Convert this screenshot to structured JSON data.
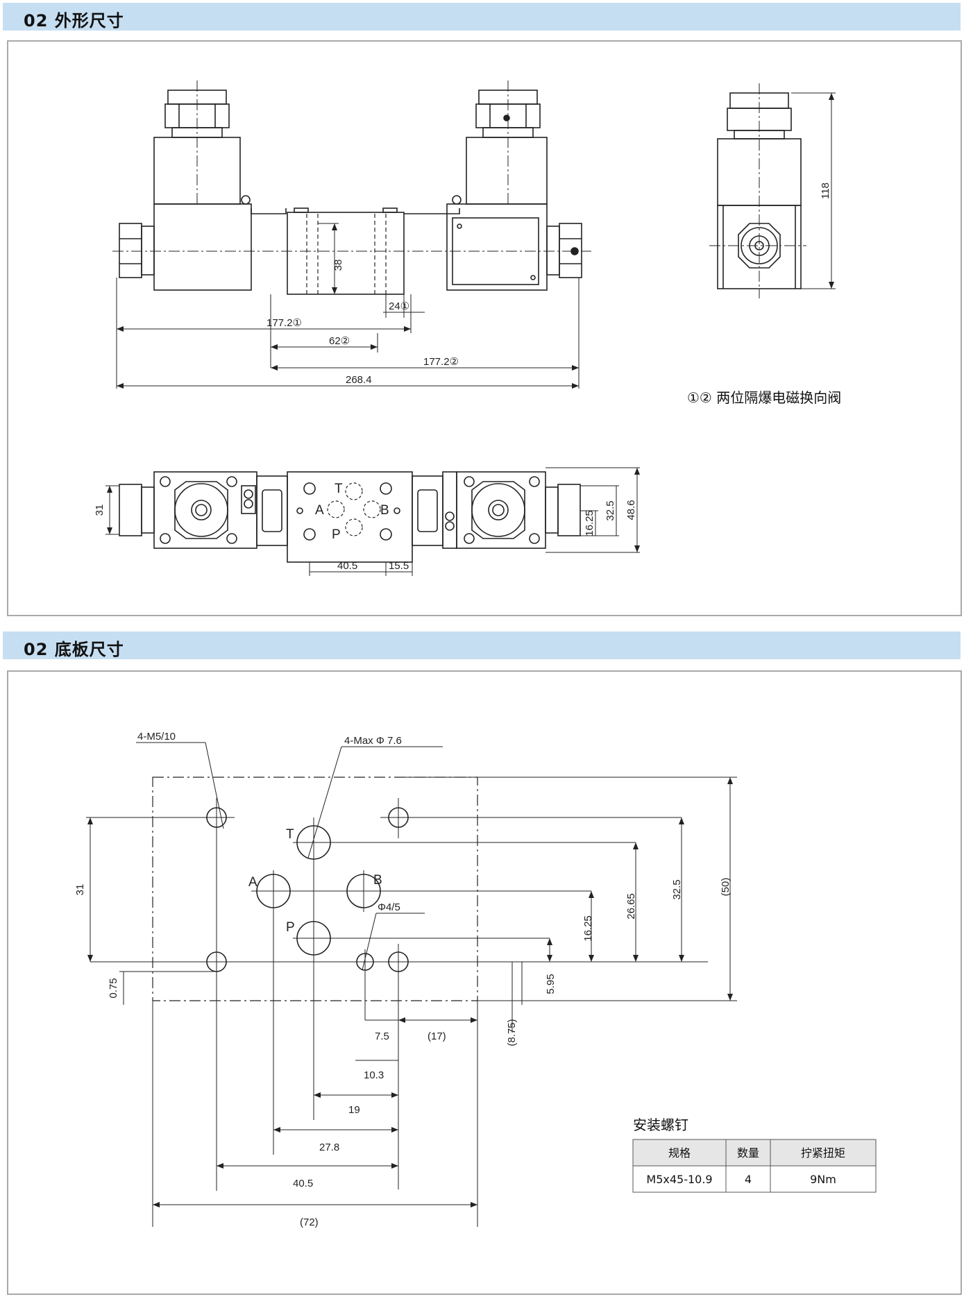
{
  "sections": [
    {
      "title": "02 外形尺寸"
    },
    {
      "title": "02 底板尺寸"
    }
  ],
  "front_view": {
    "dim_38": "38",
    "dim_24": "24①",
    "dim_177_1": "177.2①",
    "dim_62": "62②",
    "dim_177_2": "177.2②",
    "dim_268": "268.4"
  },
  "side_view": {
    "dim_118": "118"
  },
  "note": "①② 两位隔爆电磁换向阀",
  "top_view": {
    "port_t": "T",
    "port_a": "A",
    "port_b": "B",
    "port_p": "P",
    "dim_31": "31",
    "dim_16_25": "16.25",
    "dim_32_5": "32.5",
    "dim_48_6": "48.6",
    "dim_40_5": "40.5",
    "dim_15_5": "15.5"
  },
  "base_plate": {
    "callout_m5": "4-M5/10",
    "callout_max": "4-Max Φ 7.6",
    "callout_phi4": "Φ4/5",
    "port_t": "T",
    "port_a": "A",
    "port_b": "B",
    "port_p": "P",
    "dim_31": "31",
    "dim_0_75": "0.75",
    "dim_16_25": "16.25",
    "dim_26_65": "26.65",
    "dim_32_5": "32.5",
    "dim_50": "(50)",
    "dim_5_95": "5.95",
    "dim_8_75": "(8.75)",
    "dim_7_5": "7.5",
    "dim_17": "(17)",
    "dim_10_3": "10.3",
    "dim_19": "19",
    "dim_27_8": "27.8",
    "dim_40_5": "40.5",
    "dim_72": "(72)"
  },
  "screw_table": {
    "caption": "安装螺钉",
    "headers": [
      "规格",
      "数量",
      "拧紧扭矩"
    ],
    "rows": [
      [
        "M5x45-10.9",
        "4",
        "9Nm"
      ]
    ]
  },
  "colors": {
    "header_bg": "#c6def1",
    "panel_border": "#a9a9a9",
    "line": "#222222"
  }
}
